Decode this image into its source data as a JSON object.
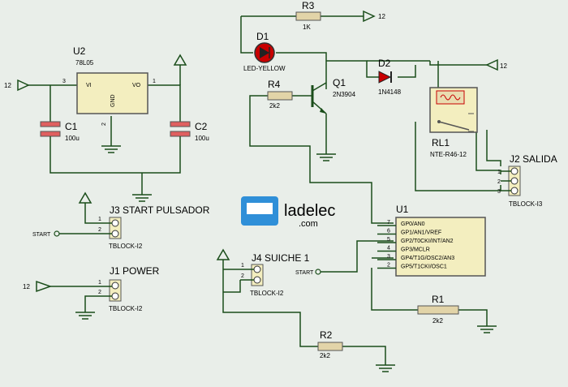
{
  "components": {
    "u2": {
      "ref": "U2",
      "value": "78L05",
      "pin_vi": "VI",
      "pin_vo": "VO",
      "pin_gnd": "GND",
      "pin1": "1",
      "pin2": "2",
      "pin3": "3"
    },
    "c1": {
      "ref": "C1",
      "value": "100u"
    },
    "c2": {
      "ref": "C2",
      "value": "100u"
    },
    "d1": {
      "ref": "D1",
      "value": "LED-YELLOW"
    },
    "r3": {
      "ref": "R3",
      "value": "1K"
    },
    "r4": {
      "ref": "R4",
      "value": "2k2"
    },
    "q1": {
      "ref": "Q1",
      "value": "2N3904"
    },
    "d2": {
      "ref": "D2",
      "value": "1N4148"
    },
    "rl1": {
      "ref": "RL1",
      "value": "NTE-R46-12"
    },
    "j2": {
      "ref": "J2 SALIDA",
      "value": "TBLOCK-I3",
      "pins": [
        "1",
        "2",
        "3"
      ]
    },
    "j3": {
      "ref": "J3 START PULSADOR",
      "value": "TBLOCK-I2",
      "pins": [
        "1",
        "2"
      ]
    },
    "j1": {
      "ref": "J1 POWER",
      "value": "TBLOCK-I2",
      "pins": [
        "1",
        "2"
      ]
    },
    "j4": {
      "ref": "J4 SUICHE 1",
      "value": "TBLOCK-I2",
      "pins": [
        "1",
        "2"
      ]
    },
    "u1": {
      "ref": "U1",
      "pins": [
        "GP0/AN0",
        "GP1/AN1/VREF",
        "GP2/T0CKI/INT/AN2",
        "GP3/MCLR",
        "GP4/T1G/OSC2/AN3",
        "GP5/T1CKI/OSC1"
      ],
      "pin_numbers": [
        "7",
        "6",
        "5",
        "4",
        "3",
        "2"
      ]
    },
    "r1": {
      "ref": "R1",
      "value": "2k2"
    },
    "r2": {
      "ref": "R2",
      "value": "2k2"
    }
  },
  "labels": {
    "v12_top": "12",
    "v12_left": "12",
    "v12_right": "12",
    "v12_power": "12",
    "start_left": "START",
    "start_right": "START"
  },
  "logo": {
    "text": "ladelec",
    "domain": ".com"
  },
  "colors": {
    "wire": "#1a4d1a",
    "body": "#f3eebf",
    "resistor": "#e2d4a8",
    "led": "#c80000",
    "green": "#2e7d2e",
    "bg": "#e9eee9",
    "relaycoil": "#e06060",
    "logo_blue": "#2f8fd8"
  }
}
